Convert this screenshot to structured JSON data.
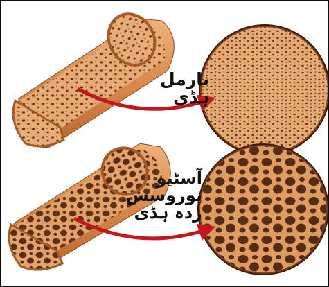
{
  "labels": {
    "normal_bone": "نارمل ہڈی",
    "osteoporosis_line1": "آسٹیو",
    "osteoporosis_line2": "پوروسس",
    "osteoporosis_line3": "زدہ ہڈی"
  },
  "colors": {
    "bone_outer": "#e39a5c",
    "bone_cut": "#d9925a",
    "circle_fill": "#e2a571",
    "pore": "#5a2c12",
    "arrow": "#c4161c"
  }
}
